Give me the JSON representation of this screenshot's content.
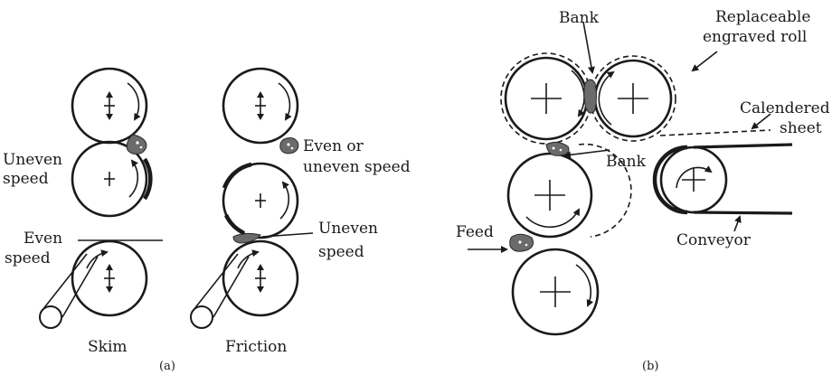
{
  "panel_a": {
    "caption": "(a)",
    "skim": {
      "label": "Skim",
      "uneven_line1": "Uneven",
      "uneven_line2": "speed",
      "even_line1": "Even",
      "even_line2": "speed"
    },
    "friction": {
      "label": "Friction",
      "even_or_line1": "Even or",
      "even_or_line2": "uneven speed",
      "uneven_line1": "Uneven",
      "uneven_line2": "speed"
    }
  },
  "panel_b": {
    "caption": "(b)",
    "bank_top": "Bank",
    "bank_mid": "Bank",
    "replaceable_line1": "Replaceable",
    "replaceable_line2": "engraved roll",
    "calendered_line1": "Calendered",
    "calendered_line2": "sheet",
    "feed": "Feed",
    "conveyor": "Conveyor"
  }
}
